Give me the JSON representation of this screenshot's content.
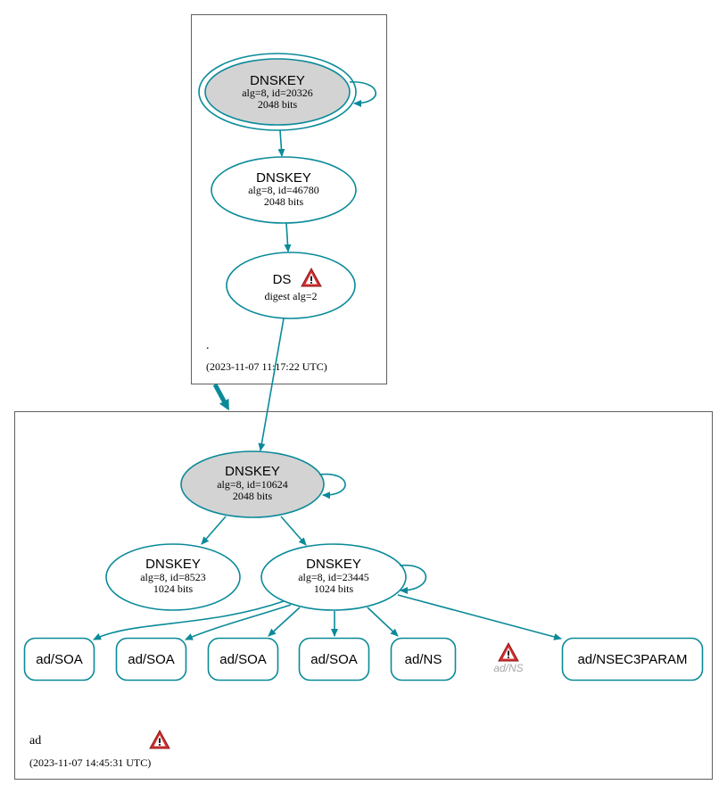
{
  "colors": {
    "edge": "#0a8a99",
    "border": "#606060",
    "ksk_fill": "#d3d3d3",
    "node_fill": "#ffffff",
    "warn_red": "#d32f2f",
    "faded": "#a9a9a9"
  },
  "root_zone": {
    "name": ".",
    "timestamp": "(2023-11-07 11:17:22 UTC)",
    "ksk": {
      "title": "DNSKEY",
      "detail": "alg=8, id=20326",
      "bits": "2048 bits"
    },
    "zsk": {
      "title": "DNSKEY",
      "detail": "alg=8, id=46780",
      "bits": "2048 bits"
    },
    "ds": {
      "title": "DS",
      "detail": "digest alg=2",
      "warning_icon": "warning-triangle-icon"
    }
  },
  "ad_zone": {
    "name": "ad",
    "timestamp": "(2023-11-07 14:45:31 UTC)",
    "zone_warning_icon": "warning-triangle-icon",
    "ksk": {
      "title": "DNSKEY",
      "detail": "alg=8, id=10624",
      "bits": "2048 bits"
    },
    "zsk1": {
      "title": "DNSKEY",
      "detail": "alg=8, id=8523",
      "bits": "1024 bits"
    },
    "zsk2": {
      "title": "DNSKEY",
      "detail": "alg=8, id=23445",
      "bits": "1024 bits"
    },
    "records": [
      "ad/SOA",
      "ad/SOA",
      "ad/SOA",
      "ad/SOA",
      "ad/NS"
    ],
    "faded_record": {
      "label": "ad/NS",
      "warning_icon": "warning-triangle-icon"
    },
    "nsec3param": "ad/NSEC3PARAM"
  }
}
